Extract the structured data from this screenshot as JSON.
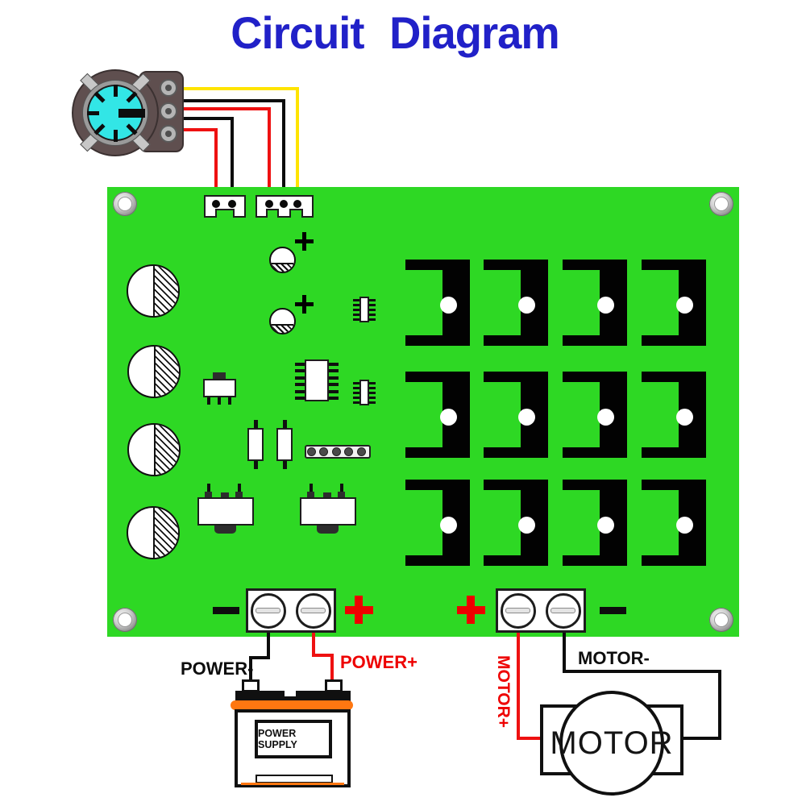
{
  "title": "Circuit Diagram",
  "labels": {
    "power_minus": "POWER-",
    "power_plus": "POWER+",
    "motor_minus": "MOTOR-",
    "motor_plus": "MOTOR+"
  },
  "power_supply": {
    "label": "POWER SUPPLY"
  },
  "motor": {
    "label": "MOTOR"
  },
  "board": {
    "mosfet_rows": 3,
    "mosfet_cols": 4,
    "terminal_left": {
      "negative_sign": "-",
      "positive_sign": "+"
    },
    "terminal_right": {
      "positive_sign": "+",
      "negative_sign": "-"
    },
    "capacitor_polarity_marks": [
      "+",
      "+"
    ]
  },
  "colors": {
    "title_blue": "#2121c8",
    "board_green": "#2ed824",
    "wire_red": "#ee1111",
    "wire_black": "#0c0c0c",
    "wire_yellow": "#ffe400",
    "battery_orange": "#ff7711",
    "knob_cyan": "#32e6e6",
    "label_red": "#ee0000"
  }
}
